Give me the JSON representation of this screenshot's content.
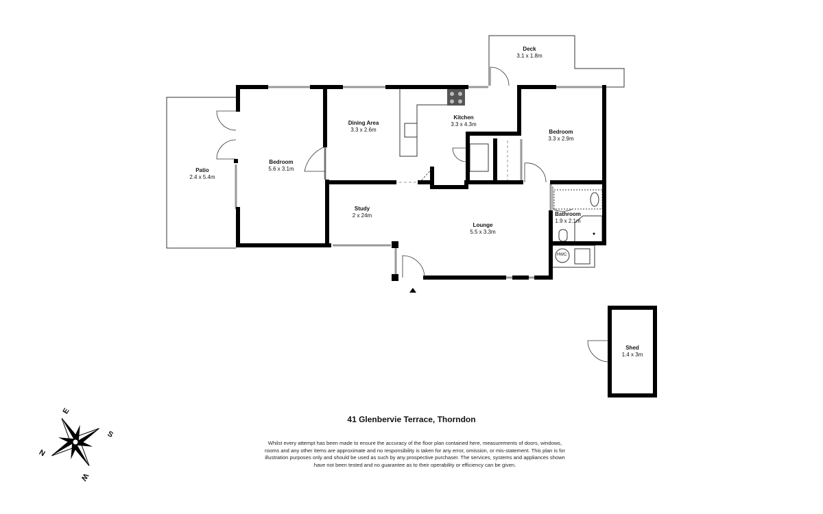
{
  "rooms": [
    {
      "name": "Deck",
      "size": "3.1 x 1.8m"
    },
    {
      "name": "Dining Area",
      "size": "3.3 x 2.6m"
    },
    {
      "name": "Kitchen",
      "size": "3.3 x 4.3m"
    },
    {
      "name": "Bedroom",
      "size": "3.3 x 2.9m"
    },
    {
      "name": "Patio",
      "size": "2.4 x 5.4m"
    },
    {
      "name": "Bedroom",
      "size": "5.6 x 3.1m"
    },
    {
      "name": "Study",
      "size": "2 x 24m"
    },
    {
      "name": "Lounge",
      "size": "5.5 x 3.3m"
    },
    {
      "name": "Bathroom",
      "size": "1.9 x 2.1m"
    },
    {
      "name": "Shed",
      "size": "1.4 x 3m"
    }
  ],
  "fixtures": {
    "hwc": "HWC"
  },
  "title": "41 Glenbervie Terrace, Thorndon",
  "disclaimer": "Whilst every attempt has been made to ensure the accuracy of the floor plan contained here, measurements of doors, windows, rooms and any other items are approximate and no responsibility is taken for any error, omission, or mis-statement. This plan is for illustration purposes only and should be used as such by any prospective purchaser. The services, systems and appliances shown have not been tested and no guarantee as to their operability or efficiency can be given.",
  "compass": {
    "n": "N",
    "e": "E",
    "s": "S",
    "w": "W"
  }
}
